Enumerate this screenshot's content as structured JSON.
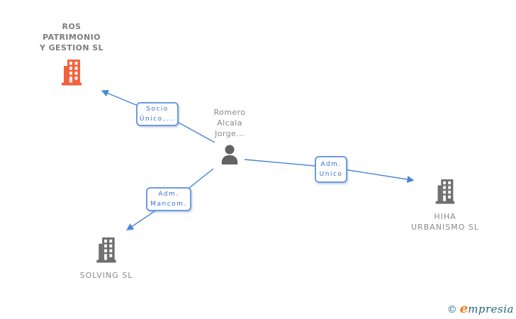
{
  "nodes": [
    {
      "id": "ros",
      "type": "company",
      "label": "ROS\nPATRIMONIO\nY GESTION SL",
      "icon": "building-icon",
      "icon_color": "#f4613c"
    },
    {
      "id": "romero",
      "type": "person",
      "label": "Romero\nAlcala\nJorge...",
      "icon": "person-icon",
      "icon_color": "#636363"
    },
    {
      "id": "hiha",
      "type": "company",
      "label": "HIHA\nURBANISMO SL",
      "icon": "building-icon",
      "icon_color": "#6f6f6f"
    },
    {
      "id": "solving",
      "type": "company",
      "label": "SOLVING SL",
      "icon": "building-icon",
      "icon_color": "#6f6f6f"
    }
  ],
  "edges": [
    {
      "from": "romero",
      "to": "ros",
      "label": "Socio\nÚnico,..."
    },
    {
      "from": "romero",
      "to": "hiha",
      "label": "Adm.\nUnico"
    },
    {
      "from": "romero",
      "to": "solving",
      "label": "Adm.\nMancom."
    }
  ],
  "colors": {
    "connector": "#4a86d8",
    "edge_label_text": "#3b6fd2",
    "edge_label_border": "#6d9ae3",
    "company_text": "#8a8a8a",
    "building_orange": "#f4613c",
    "building_gray": "#6f6f6f",
    "person_gray": "#636363",
    "brand_teal": "#25657a",
    "brand_orange": "#ee7c1e"
  },
  "watermark": {
    "copyright": "©",
    "brand_initial": "e",
    "brand_rest": "mpresia"
  }
}
